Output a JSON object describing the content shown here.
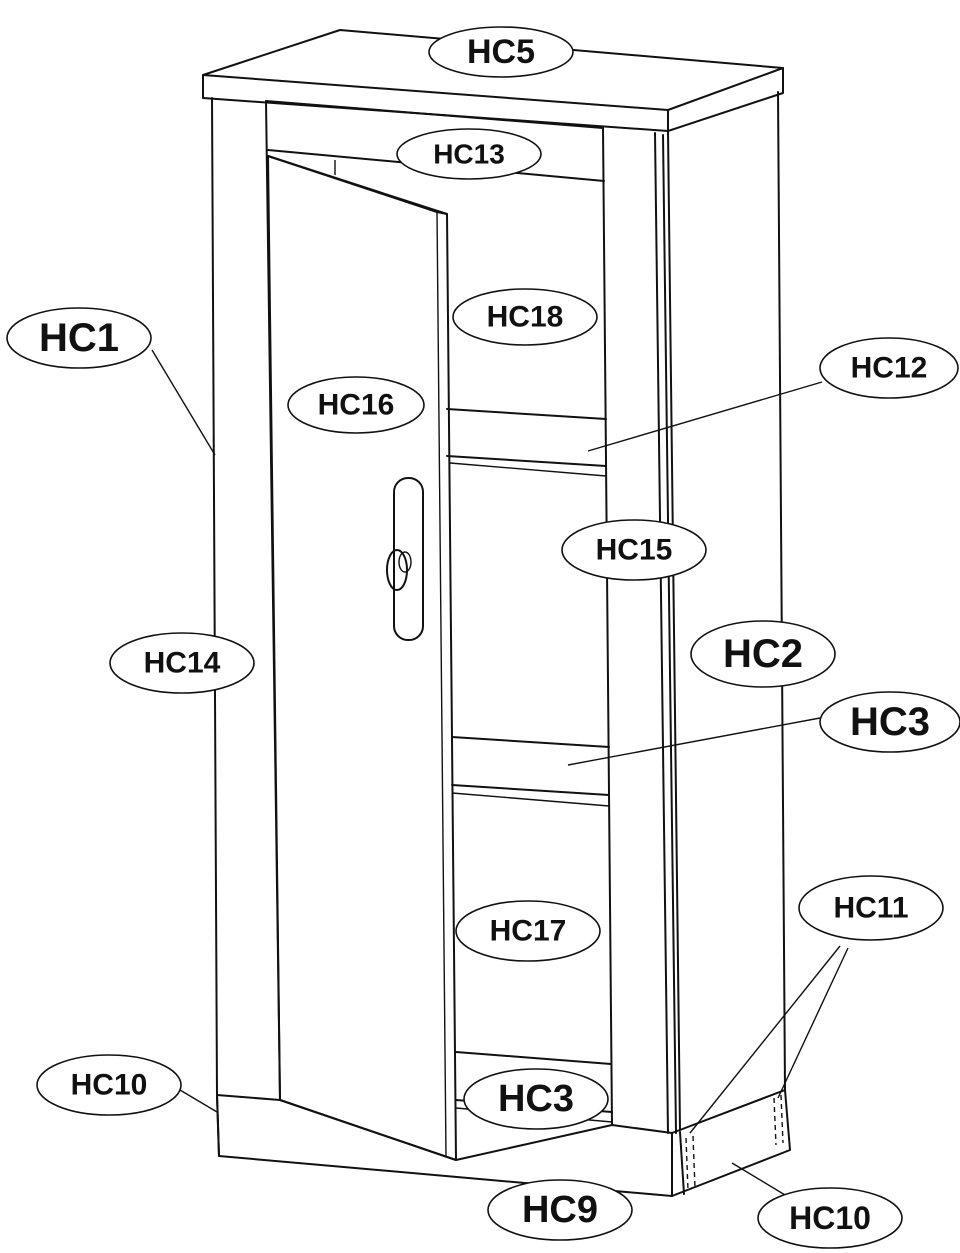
{
  "labels": [
    {
      "id": "hc5",
      "text": "HC5"
    },
    {
      "id": "hc13",
      "text": "HC13"
    },
    {
      "id": "hc1",
      "text": "HC1"
    },
    {
      "id": "hc18",
      "text": "HC18"
    },
    {
      "id": "hc12",
      "text": "HC12"
    },
    {
      "id": "hc16",
      "text": "HC16"
    },
    {
      "id": "hc15",
      "text": "HC15"
    },
    {
      "id": "hc14",
      "text": "HC14"
    },
    {
      "id": "hc2",
      "text": "HC2"
    },
    {
      "id": "hc3-mid",
      "text": "HC3"
    },
    {
      "id": "hc11",
      "text": "HC11"
    },
    {
      "id": "hc17",
      "text": "HC17"
    },
    {
      "id": "hc10-left",
      "text": "HC10"
    },
    {
      "id": "hc3-bot",
      "text": "HC3"
    },
    {
      "id": "hc9",
      "text": "HC9"
    },
    {
      "id": "hc10-right",
      "text": "HC10"
    }
  ]
}
